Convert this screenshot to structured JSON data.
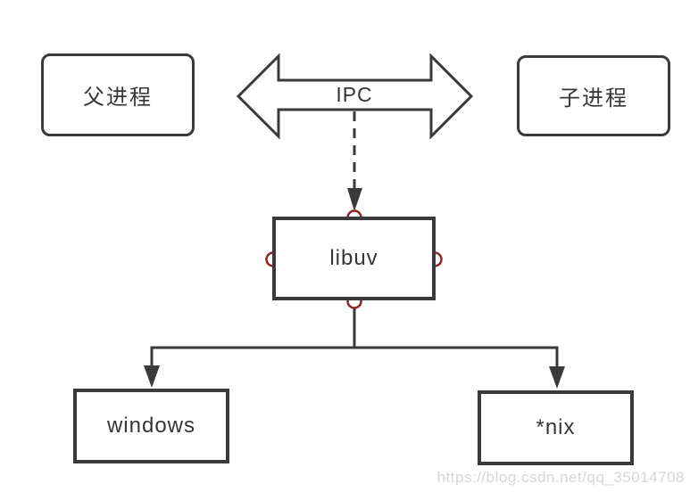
{
  "colors": {
    "line": "#3a3a3c",
    "text": "#353537",
    "connection_point": "#8e2424",
    "watermark": "#d6d6d6",
    "background": "#ffffff"
  },
  "nodes": {
    "parent_process": {
      "label": "父进程"
    },
    "child_process": {
      "label": "子进程"
    },
    "libuv": {
      "label": "libuv"
    },
    "windows": {
      "label": "windows"
    },
    "nix": {
      "label": "*nix"
    }
  },
  "connector": {
    "ipc_label": "IPC"
  },
  "watermark": {
    "text": "https://blog.csdn.net/qq_35014708"
  }
}
